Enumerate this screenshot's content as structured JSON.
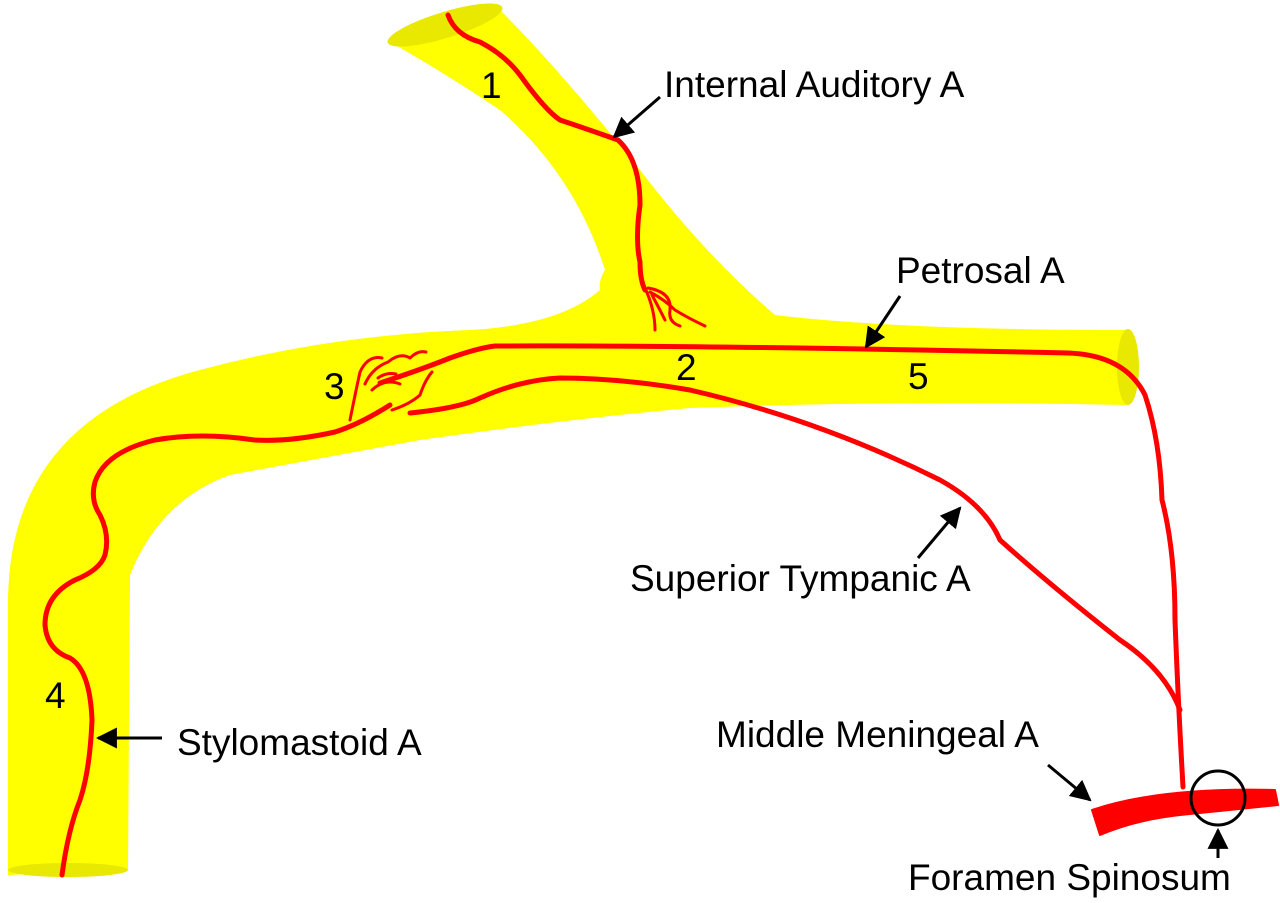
{
  "colors": {
    "canal_fill": "#ffff00",
    "canal_edge": "#e6e600",
    "artery": "#ff0000",
    "text": "#000000",
    "pointer": "#000000"
  },
  "labels": {
    "internal_auditory": "Internal Auditory A",
    "petrosal": "Petrosal A",
    "superior_tympanic": "Superior Tympanic A",
    "stylomastoid": "Stylomastoid A",
    "middle_meningeal": "Middle Meningeal A",
    "foramen_spinosum": "Foramen Spinosum"
  },
  "segment_numbers": {
    "n1": "1",
    "n2": "2",
    "n3": "3",
    "n4": "4",
    "n5": "5"
  }
}
